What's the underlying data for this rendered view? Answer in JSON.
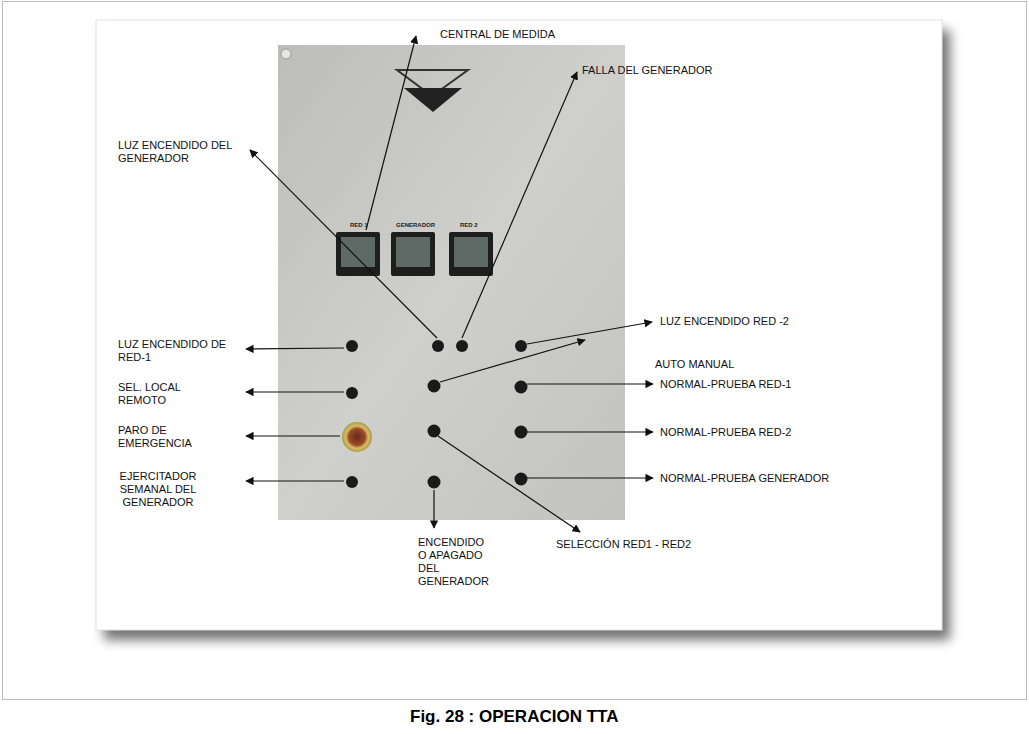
{
  "diagram": {
    "caption": "Fig. 28 : OPERACION TTA",
    "labels": [
      "CENTRAL DE MEDIDA",
      "FALLA DEL GENERADOR",
      "LUZ ENCENDIDO DEL GENERADOR",
      "LUZ ENCENDIDO RED -2",
      "LUZ ENCENDIDO DE RED-1",
      "AUTO MANUAL",
      "SEL. LOCAL REMOTO",
      "NORMAL-PRUEBA RED-1",
      "PARO DE EMERGENCIA",
      "NORMAL-PRUEBA RED-2",
      "EJERCITADOR SEMANAL DEL GENERADOR",
      "NORMAL-PRUEBA GENERADOR",
      "ENCENDIDO O APAGADO DEL GENERADOR",
      "SELECCIÓN RED1 - RED2",
      "RED 1",
      "GENERADOR",
      "RED 2"
    ]
  }
}
